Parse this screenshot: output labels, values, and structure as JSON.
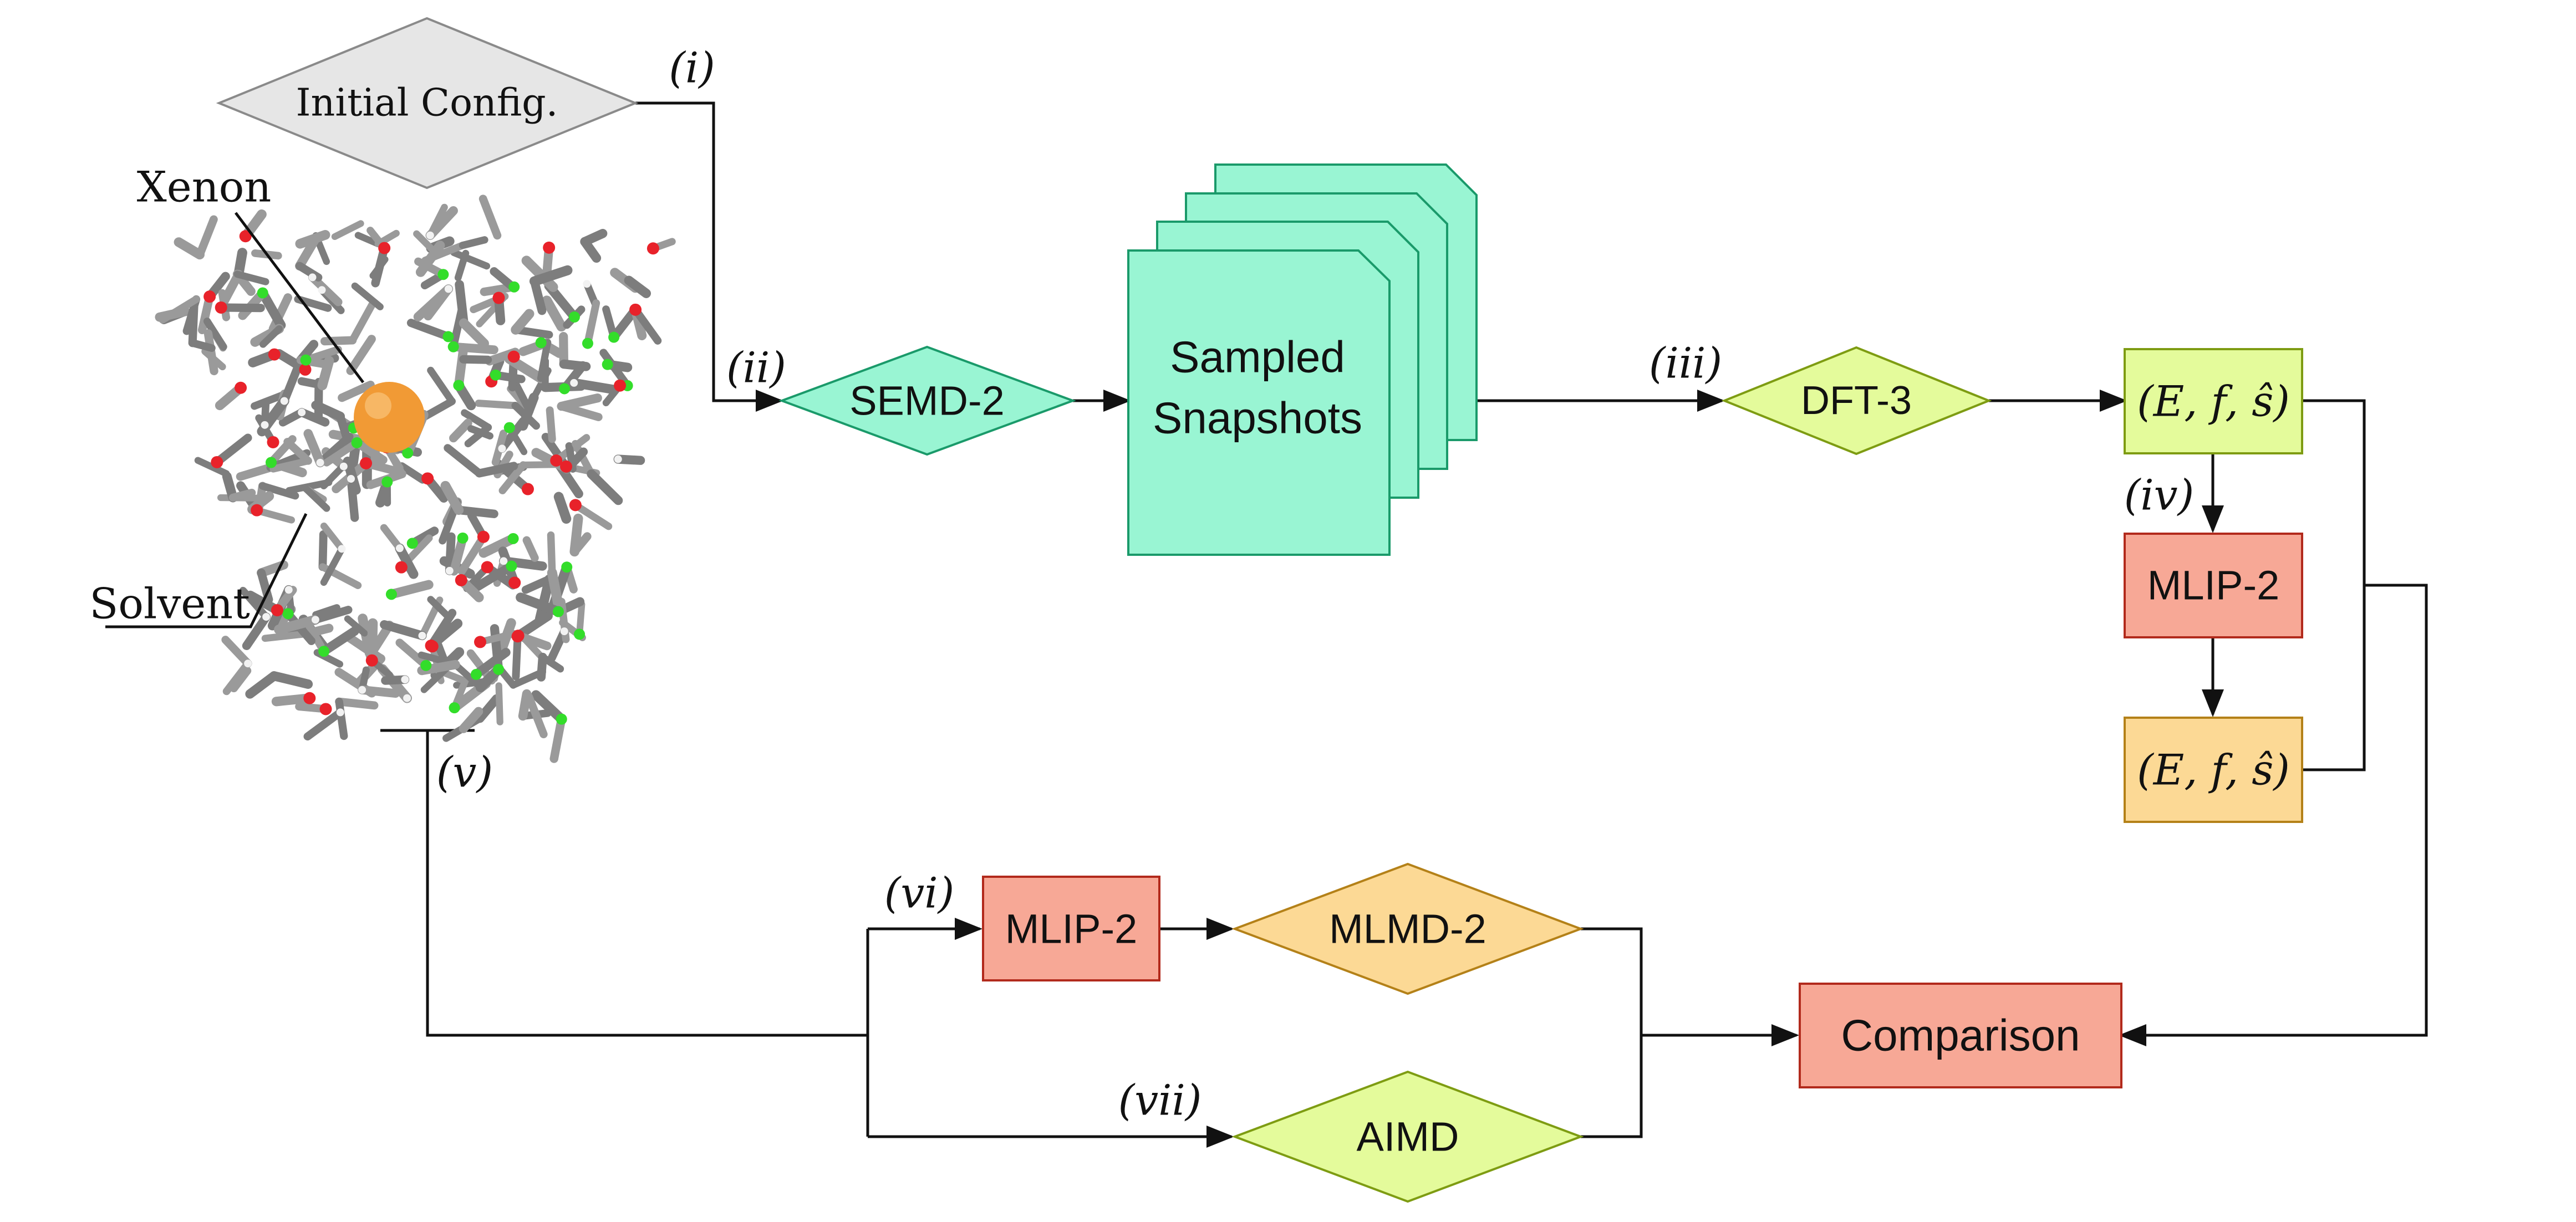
{
  "nodes": {
    "initial_config": "Initial Config.",
    "semd": "SEMD-2",
    "snapshots_line1": "Sampled",
    "snapshots_line2": "Snapshots",
    "dft": "DFT-3",
    "efs_top": "(E, f, ŝ)",
    "mlip_top": "MLIP-2",
    "efs_bottom": "(E, f, ŝ)",
    "mlip_bottom": "MLIP-2",
    "mlmd": "MLMD-2",
    "aimd": "AIMD",
    "comparison": "Comparison"
  },
  "steps": {
    "i": "(i)",
    "ii": "(ii)",
    "iii": "(iii)",
    "iv": "(iv)",
    "v": "(v)",
    "vi": "(vi)",
    "vii": "(vii)"
  },
  "molecule_labels": {
    "xenon": "Xenon",
    "solvent": "Solvent"
  },
  "colors": {
    "grey_fill": "#e6e6e6",
    "grey_stroke": "#8a8a8a",
    "teal_fill": "#99f5d3",
    "teal_stroke": "#1a9a6a",
    "lime_fill": "#e4fb9b",
    "lime_stroke": "#7e9c12",
    "salmon_fill": "#f7a896",
    "salmon_stroke": "#b22a1c",
    "tan_fill": "#fcd995",
    "tan_stroke": "#b48118",
    "xenon": "#f19a35",
    "oxygen": "#e8222a",
    "chlorine": "#33dd2a",
    "carbon": "#8e8e8e"
  }
}
